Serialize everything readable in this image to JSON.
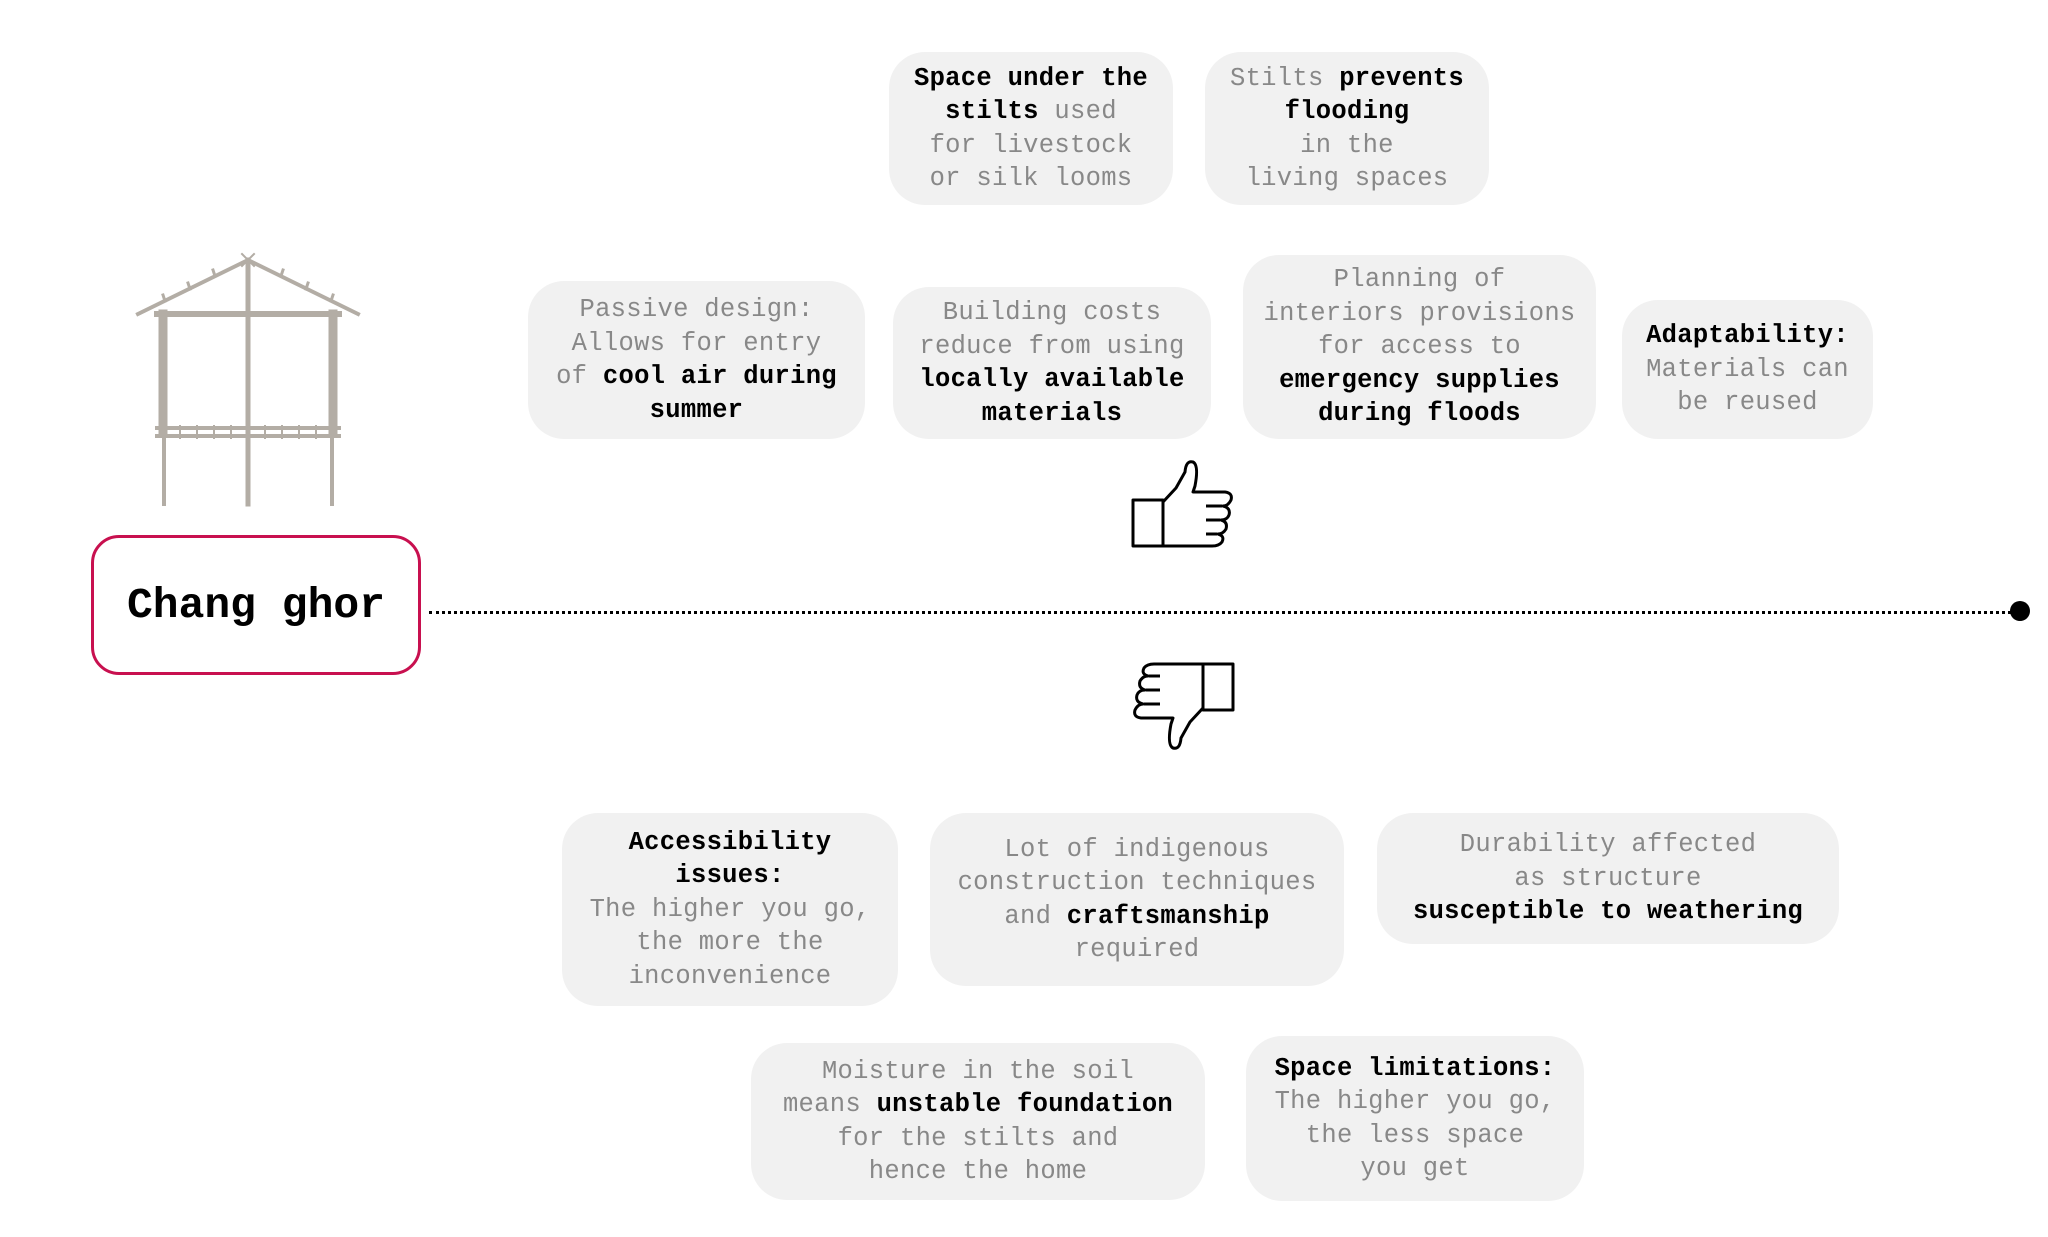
{
  "title": "Chang ghor",
  "pros": [
    {
      "id": "space-under-stilts",
      "parts": [
        {
          "b": "Space under the\nstilts"
        },
        {
          "t": " used\nfor livestock\n or silk looms"
        }
      ]
    },
    {
      "id": "stilts-prevent-flooding",
      "parts": [
        {
          "t": "Stilts "
        },
        {
          "b": "prevents\nflooding"
        },
        {
          "t": "\nin the\nliving spaces"
        }
      ]
    },
    {
      "id": "passive-design",
      "parts": [
        {
          "t": "Passive design:\nAllows for entry\nof "
        },
        {
          "b": "cool air during\nsummer"
        }
      ]
    },
    {
      "id": "building-costs",
      "parts": [
        {
          "t": "Building costs\nreduce from using\n"
        },
        {
          "b": "locally available\nmaterials"
        }
      ]
    },
    {
      "id": "planning-interiors",
      "parts": [
        {
          "t": "Planning of\ninteriors provisions\nfor access to\n"
        },
        {
          "b": "emergency supplies\nduring floods"
        }
      ]
    },
    {
      "id": "adaptability",
      "parts": [
        {
          "b": "Adaptability:"
        },
        {
          "t": "\nMaterials can\nbe reused"
        }
      ]
    }
  ],
  "cons": [
    {
      "id": "accessibility-issues",
      "parts": [
        {
          "b": "Accessibility\nissues:"
        },
        {
          "t": "\nThe higher you go,\nthe more the\ninconvenience"
        }
      ]
    },
    {
      "id": "indigenous-techniques",
      "parts": [
        {
          "t": "Lot of indigenous\nconstruction techniques\nand "
        },
        {
          "b": "craftsmanship"
        },
        {
          "t": "\nrequired"
        }
      ]
    },
    {
      "id": "durability",
      "parts": [
        {
          "t": "Durability affected\nas structure\n"
        },
        {
          "b": "susceptible to weathering"
        }
      ]
    },
    {
      "id": "moisture-soil",
      "parts": [
        {
          "t": "Moisture in the soil\nmeans "
        },
        {
          "b": "unstable foundation"
        },
        {
          "t": "\nfor the stilts and\nhence the home"
        }
      ]
    },
    {
      "id": "space-limitations",
      "parts": [
        {
          "b": "Space limitations:"
        },
        {
          "t": "\nThe higher you go,\nthe less space\nyou get"
        }
      ]
    }
  ],
  "colors": {
    "accent": "#c8104f",
    "bubble": "#f1f1f1",
    "muted_text": "#888888",
    "house": "#b3ada5"
  },
  "icons": {
    "house": "stilt-house-icon",
    "pros": "thumbs-up-icon",
    "cons": "thumbs-down-icon"
  }
}
